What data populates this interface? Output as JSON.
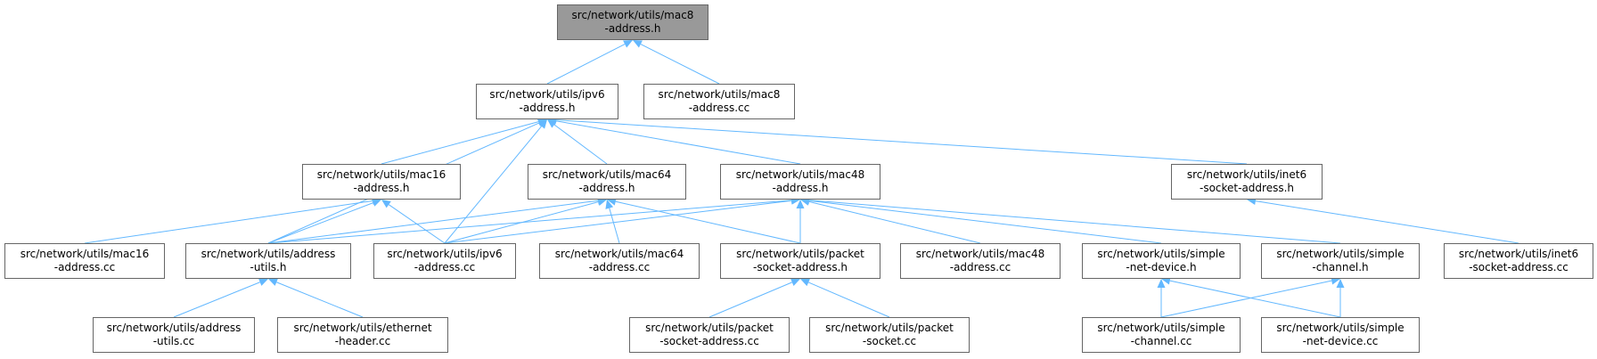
{
  "graph": {
    "edge_color": "#63b8ff",
    "root_fill": "#999999",
    "node_border": "#666666",
    "nodes": {
      "mac8_h": {
        "line1": "src/network/utils/mac8",
        "line2": "-address.h",
        "root": true
      },
      "ipv6_h": {
        "line1": "src/network/utils/ipv6",
        "line2": "-address.h"
      },
      "mac8_cc": {
        "line1": "src/network/utils/mac8",
        "line2": "-address.cc"
      },
      "mac16_h": {
        "line1": "src/network/utils/mac16",
        "line2": "-address.h"
      },
      "mac64_h": {
        "line1": "src/network/utils/mac64",
        "line2": "-address.h"
      },
      "mac48_h": {
        "line1": "src/network/utils/mac48",
        "line2": "-address.h"
      },
      "inet6_h": {
        "line1": "src/network/utils/inet6",
        "line2": "-socket-address.h"
      },
      "mac16_cc": {
        "line1": "src/network/utils/mac16",
        "line2": "-address.cc"
      },
      "addr_utils_h": {
        "line1": "src/network/utils/address",
        "line2": "-utils.h"
      },
      "ipv6_cc": {
        "line1": "src/network/utils/ipv6",
        "line2": "-address.cc"
      },
      "mac64_cc": {
        "line1": "src/network/utils/mac64",
        "line2": "-address.cc"
      },
      "pkt_sock_h": {
        "line1": "src/network/utils/packet",
        "line2": "-socket-address.h"
      },
      "mac48_cc": {
        "line1": "src/network/utils/mac48",
        "line2": "-address.cc"
      },
      "snd_h": {
        "line1": "src/network/utils/simple",
        "line2": "-net-device.h"
      },
      "sch_h": {
        "line1": "src/network/utils/simple",
        "line2": "-channel.h"
      },
      "inet6_cc": {
        "line1": "src/network/utils/inet6",
        "line2": "-socket-address.cc"
      },
      "addr_utils_cc": {
        "line1": "src/network/utils/address",
        "line2": "-utils.cc"
      },
      "eth_cc": {
        "line1": "src/network/utils/ethernet",
        "line2": "-header.cc"
      },
      "pkt_sock_cc": {
        "line1": "src/network/utils/packet",
        "line2": "-socket-address.cc"
      },
      "pkt_socket_cc": {
        "line1": "src/network/utils/packet",
        "line2": "-socket.cc"
      },
      "sch_cc": {
        "line1": "src/network/utils/simple",
        "line2": "-channel.cc"
      },
      "snd_cc": {
        "line1": "src/network/utils/simple",
        "line2": "-net-device.cc"
      }
    },
    "edges": [
      [
        "mac8_h",
        "ipv6_h"
      ],
      [
        "mac8_h",
        "mac8_cc"
      ],
      [
        "ipv6_h",
        "mac16_h"
      ],
      [
        "ipv6_h",
        "mac64_h"
      ],
      [
        "ipv6_h",
        "mac48_h"
      ],
      [
        "ipv6_h",
        "inet6_h"
      ],
      [
        "ipv6_h",
        "addr_utils_h"
      ],
      [
        "ipv6_h",
        "ipv6_cc"
      ],
      [
        "mac16_h",
        "mac16_cc"
      ],
      [
        "mac16_h",
        "addr_utils_h"
      ],
      [
        "mac16_h",
        "ipv6_cc"
      ],
      [
        "mac64_h",
        "addr_utils_h"
      ],
      [
        "mac64_h",
        "ipv6_cc"
      ],
      [
        "mac64_h",
        "mac64_cc"
      ],
      [
        "mac64_h",
        "pkt_sock_h"
      ],
      [
        "mac48_h",
        "addr_utils_h"
      ],
      [
        "mac48_h",
        "ipv6_cc"
      ],
      [
        "mac48_h",
        "pkt_sock_h"
      ],
      [
        "mac48_h",
        "mac48_cc"
      ],
      [
        "mac48_h",
        "snd_h"
      ],
      [
        "mac48_h",
        "sch_h"
      ],
      [
        "inet6_h",
        "inet6_cc"
      ],
      [
        "addr_utils_h",
        "addr_utils_cc"
      ],
      [
        "addr_utils_h",
        "eth_cc"
      ],
      [
        "pkt_sock_h",
        "pkt_sock_cc"
      ],
      [
        "pkt_sock_h",
        "pkt_socket_cc"
      ],
      [
        "snd_h",
        "sch_cc"
      ],
      [
        "snd_h",
        "snd_cc"
      ],
      [
        "sch_h",
        "sch_cc"
      ],
      [
        "sch_h",
        "snd_cc"
      ]
    ]
  }
}
